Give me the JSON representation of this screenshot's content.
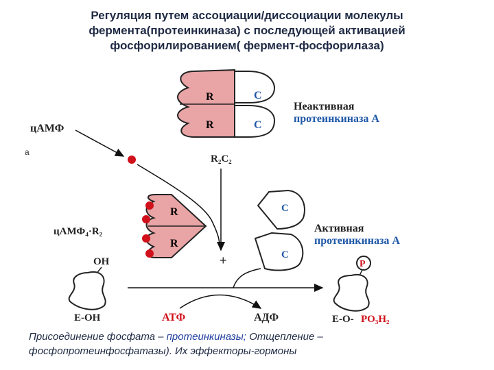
{
  "title_lines": [
    "Регуляция путем ассоциации/диссоциации молекулы",
    "фермента(протеинкиназа) с последующей активацией",
    "фосфорилированием( фермент-фосфорилаза)"
  ],
  "diagram": {
    "subunit_r": "R",
    "subunit_c": "C",
    "inactive_label_1": "Неактивная",
    "inactive_label_2": "протеинкиназа А",
    "camp_label": "цАМФ",
    "complex_r2c2": "R₂C₂",
    "camp_r2_label": "цАМФ₄·R₂",
    "active_label_1": "Активная",
    "active_label_2": "протеинкиназа А",
    "plus": "+",
    "oh": "OH",
    "e_oh": "E-OH",
    "atp": "АТФ",
    "adp": "АДФ",
    "e_o": "E-O-",
    "po3h2": "PO₃H₂",
    "p": "P",
    "stray_mark": "a",
    "colors": {
      "regulatory_fill": "#e9a4a6",
      "catalytic_fill": "#ffffff",
      "dot": "#d0101a",
      "active_text": "#1f58a8",
      "atp_text": "#d0101a"
    }
  },
  "caption": {
    "part1": "Присоединение фосфата – ",
    "part2": "протеинкиназы;",
    "part3": "  Отщепление – фосфопротеинфосфатазы). Их эффекторы-гормоны"
  }
}
